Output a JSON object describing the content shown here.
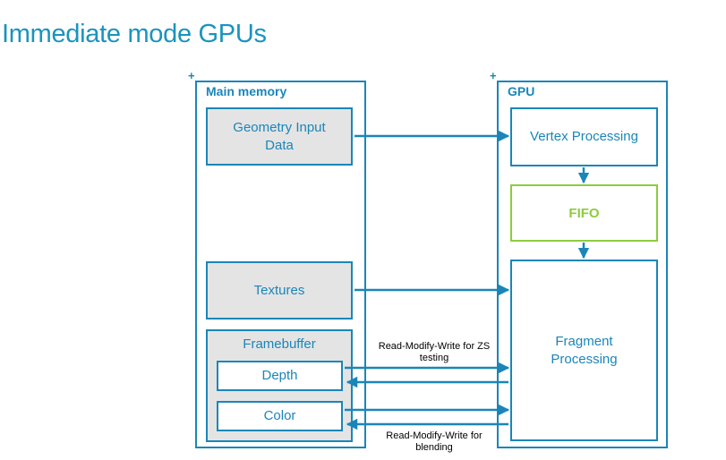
{
  "title": "Immediate mode GPUs",
  "main_memory": {
    "label": "Main memory",
    "geometry": "Geometry Input Data",
    "textures": "Textures",
    "framebuffer": "Framebuffer",
    "depth": "Depth",
    "color": "Color"
  },
  "gpu": {
    "label": "GPU",
    "vertex": "Vertex Processing",
    "fifo": "FIFO",
    "fragment": "Fragment Processing"
  },
  "notes": {
    "zs": "Read-Modify-Write for ZS testing",
    "blend": "Read-Modify-Write for blending"
  },
  "colors": {
    "accent": "#1a86b8",
    "fifo": "#8ccc3c",
    "box_fill": "#e4e4e4"
  }
}
